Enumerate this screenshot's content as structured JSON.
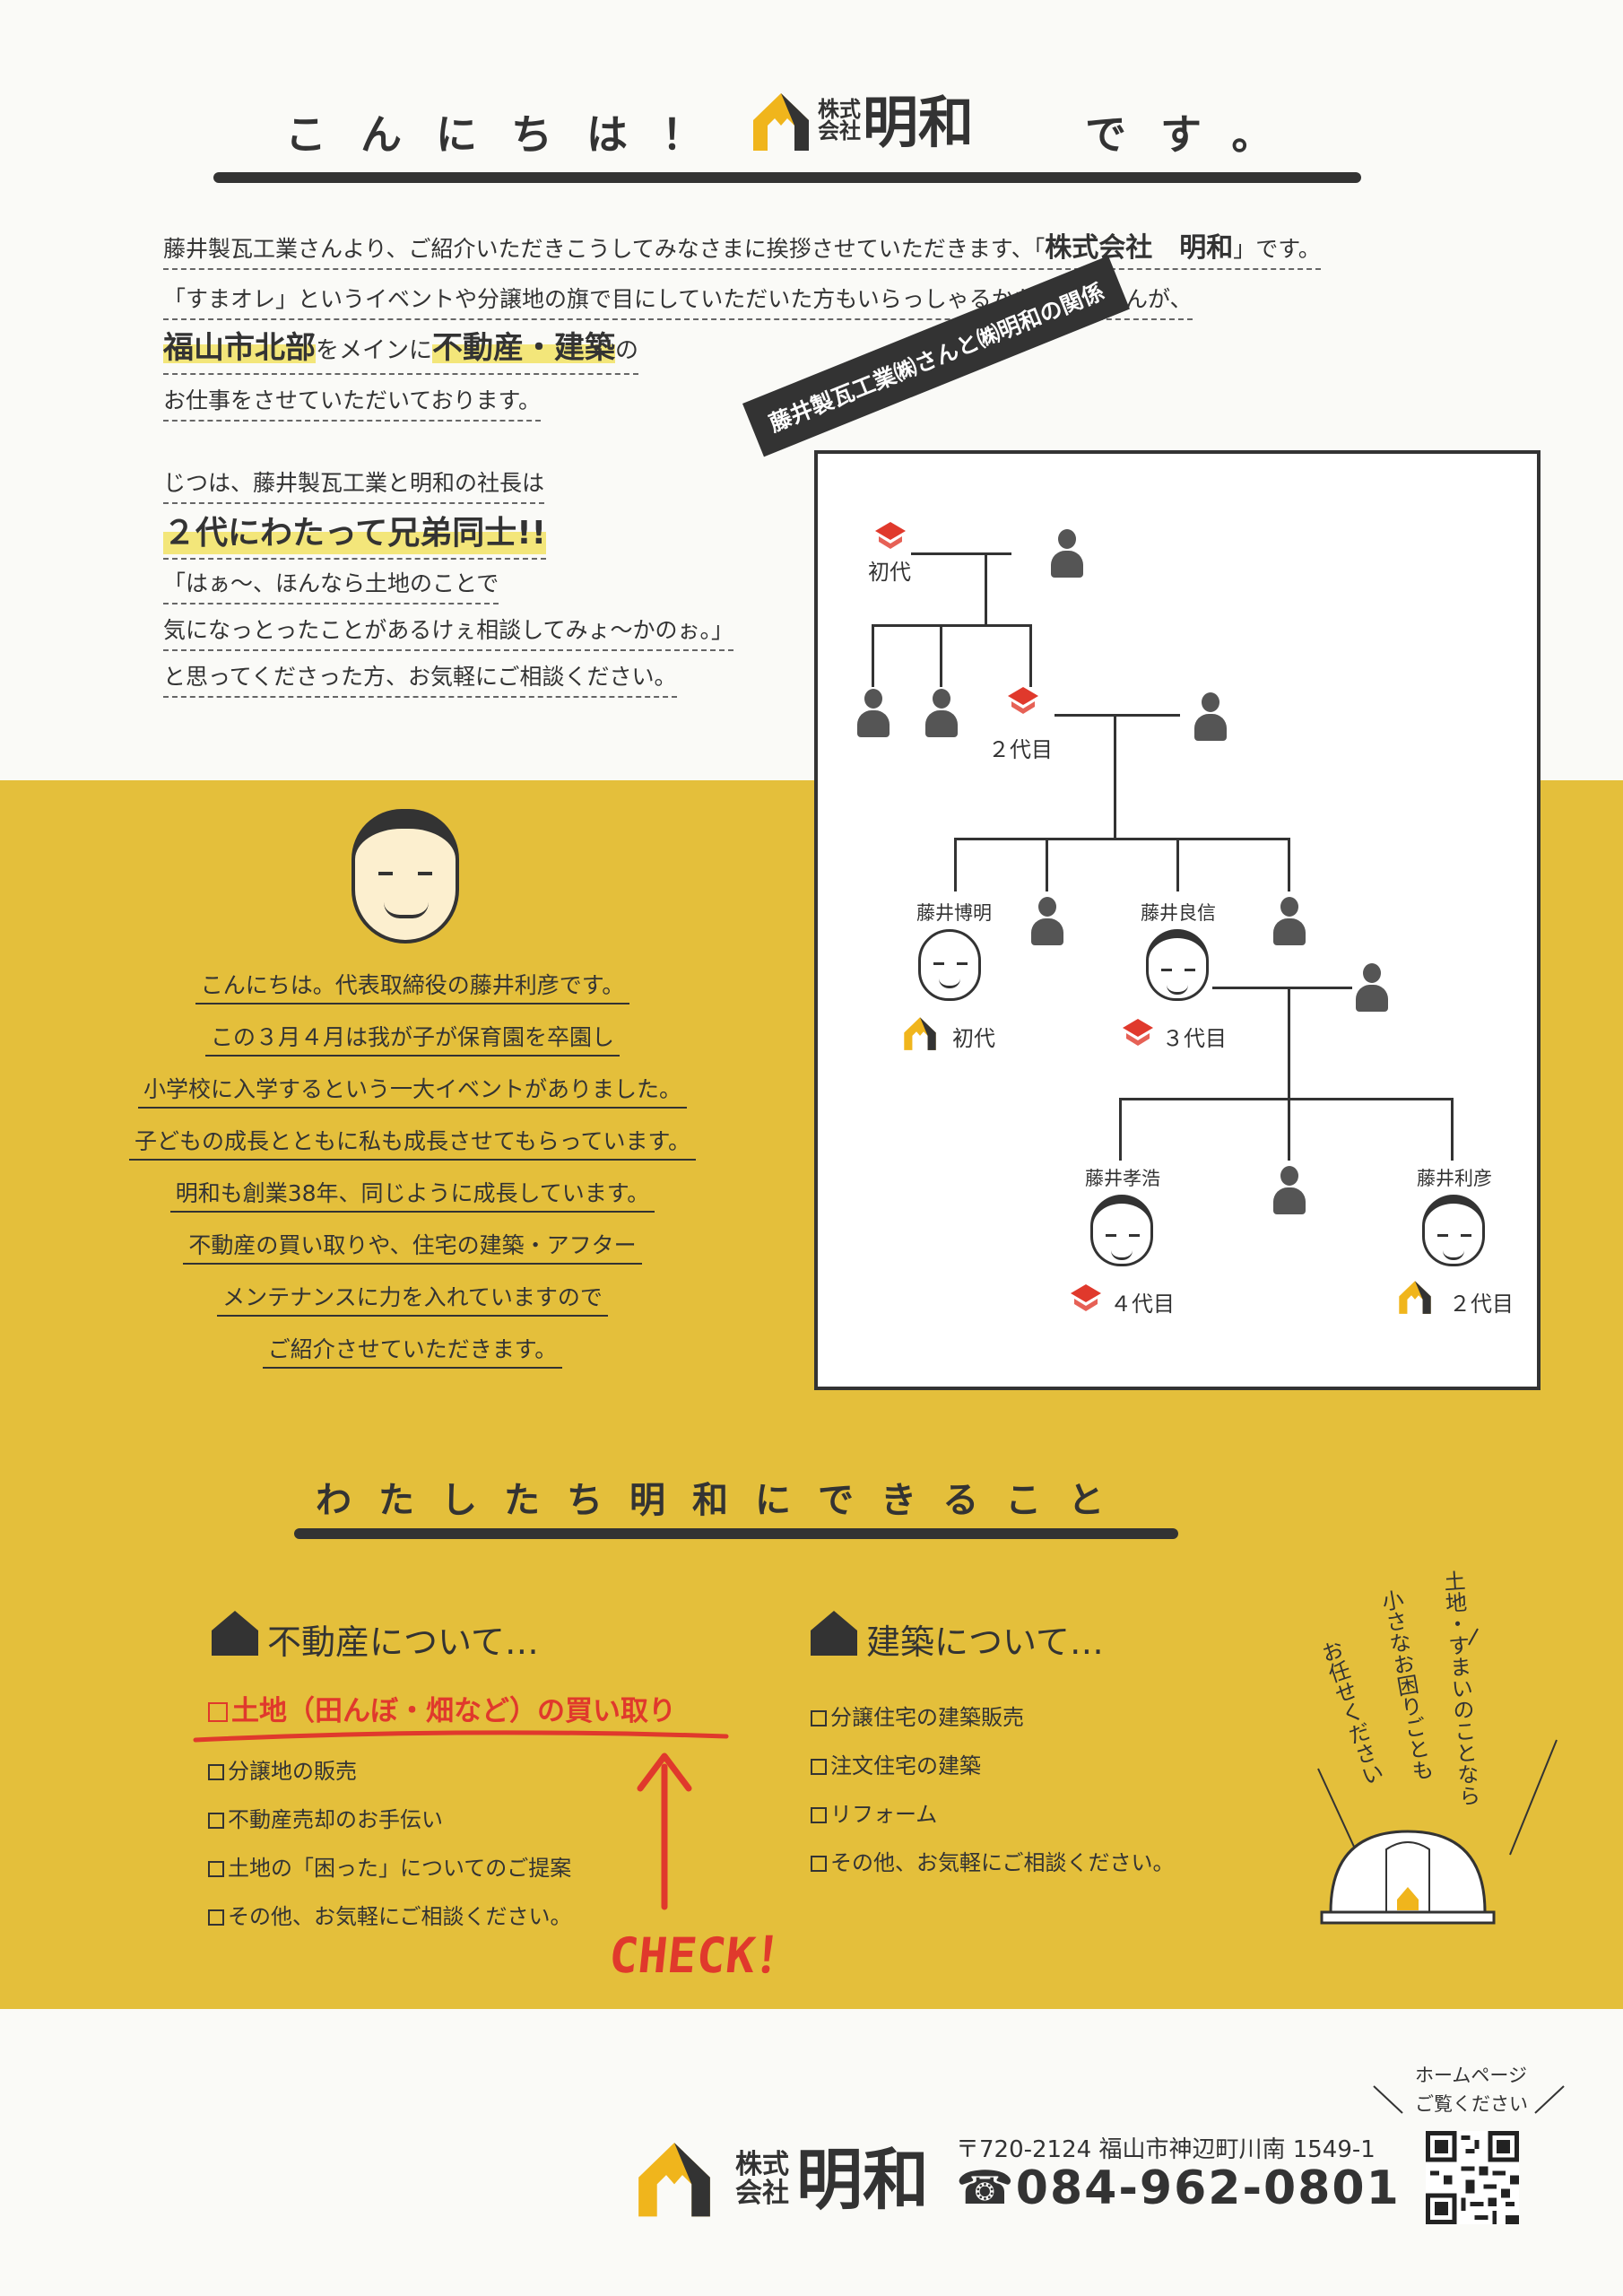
{
  "header": {
    "greet_left": "こんにちは！",
    "logo_small": "株式会社",
    "logo_name": "明和",
    "greet_right": "です。"
  },
  "intro": {
    "line1_pre": "藤井製瓦工業さんより、ご紹介いただきこうしてみなさまに挨拶させていただきます、「",
    "line1_bold": "株式会社　明和",
    "line1_post": "」です。",
    "line2": "「すまオレ」というイベントや分譲地の旗で目にしていただいた方もいらっしゃるかもしれませんが、",
    "line3_hl1": "福山市北部",
    "line3_mid": "をメインに",
    "line3_hl2": "不動産・建築",
    "line3_post": "の",
    "line4": "お仕事をさせていただいております。",
    "line5": "じつは、藤井製瓦工業と明和の社長は",
    "line6": "２代にわたって兄弟同士!!",
    "line7": "「はぁ～、ほんなら土地のことで",
    "line8": "気になっとったことがあるけぇ相談してみょ～かのぉ。」",
    "line9": "と思ってくださった方、お気軽にご相談ください。"
  },
  "tree": {
    "banner": "藤井製瓦工業㈱さんと㈱明和の関係",
    "gen1": "初代",
    "gen2": "２代目",
    "name_hiroaki": "藤井博明",
    "name_yoshinobu": "藤井良信",
    "hiroaki_gen": "初代",
    "yoshinobu_gen": "３代目",
    "name_takahiro": "藤井孝浩",
    "name_toshihiko": "藤井利彦",
    "takahiro_gen": "４代目",
    "toshihiko_gen": "２代目"
  },
  "message": {
    "lines": [
      "こんにちは。代表取締役の藤井利彦です。",
      "この３月４月は我が子が保育園を卒園し",
      "小学校に入学するという一大イベントがありました。",
      "子どもの成長とともに私も成長させてもらっています。",
      "明和も創業38年、同じように成長しています。",
      "不動産の買い取りや、住宅の建築・アフター",
      "メンテナンスに力を入れていますので",
      "ご紹介させていただきます。"
    ]
  },
  "services": {
    "title": "わたしたち明和にできること",
    "realestate_head": "不動産について…",
    "realestate_items": [
      "土地（田んぼ・畑など）の買い取り",
      "分譲地の販売",
      "不動産売却のお手伝い",
      "土地の「困った」についてのご提案",
      "その他、お気軽にご相談ください。"
    ],
    "construction_head": "建築について…",
    "construction_items": [
      "分譲住宅の建築販売",
      "注文住宅の建築",
      "リフォーム",
      "その他、お気軽にご相談ください。"
    ],
    "check": "CHECK！",
    "bubble_lines": [
      "土地・すまいのことなら",
      "小さなお困りごとも",
      "お任せください"
    ]
  },
  "footer": {
    "logo_small": "株式会社",
    "logo_name": "明和",
    "postal": "〒720-2124 福山市神辺町川南 1549-1",
    "phone": "☎084-962-0801",
    "hp_line1": "ホームページ",
    "hp_line2": "ご覧ください"
  },
  "colors": {
    "yellow": "#e4bf3b",
    "red": "#e0392c",
    "dark": "#333333"
  }
}
